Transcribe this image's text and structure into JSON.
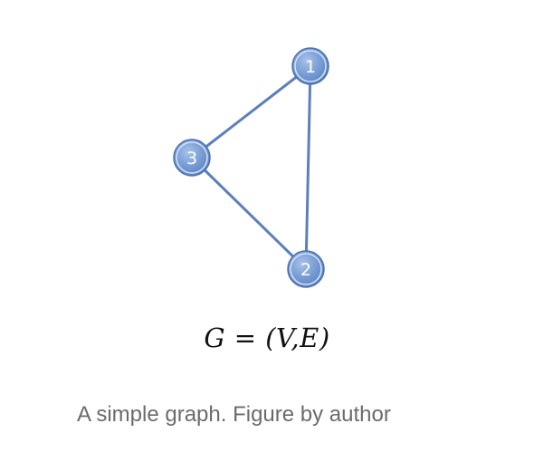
{
  "graph": {
    "nodes": [
      {
        "id": "1",
        "label": "1"
      },
      {
        "id": "2",
        "label": "2"
      },
      {
        "id": "3",
        "label": "3"
      }
    ],
    "edges": [
      {
        "from": "1",
        "to": "3"
      },
      {
        "from": "1",
        "to": "2"
      },
      {
        "from": "3",
        "to": "2"
      }
    ],
    "node_color": "#6f95d1",
    "node_border_color": "#4a72b0",
    "edge_color": "#5b80bb"
  },
  "formula": "G = (V,E)",
  "caption": "A simple graph. Figure by author"
}
